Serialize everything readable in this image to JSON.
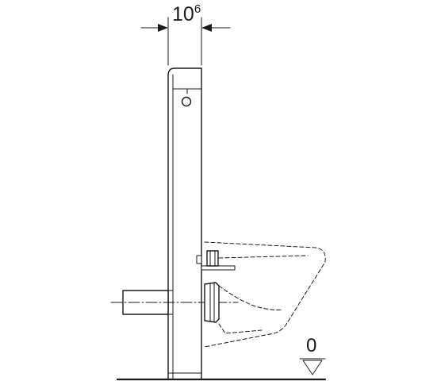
{
  "dimension": {
    "value": "10",
    "superscript": "6"
  },
  "floor_level": {
    "value": "0"
  },
  "colors": {
    "line": "#1a1a1a",
    "background": "#ffffff"
  }
}
